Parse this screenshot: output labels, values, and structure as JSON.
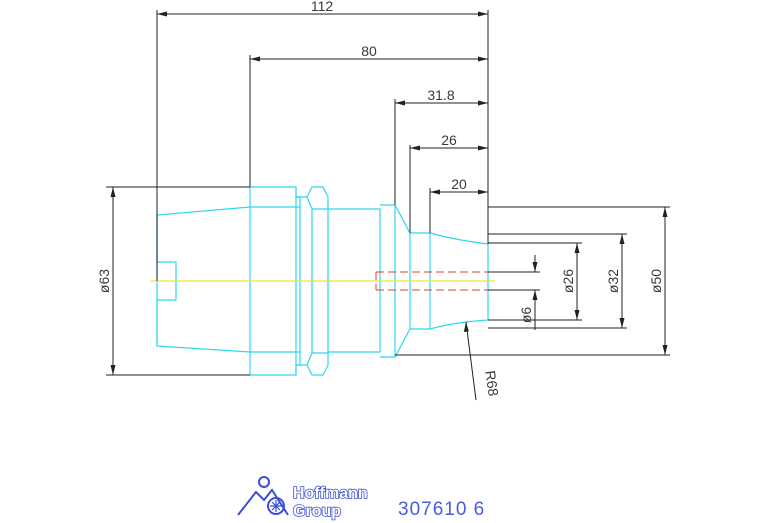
{
  "dimensions": {
    "length_112": "112",
    "length_80": "80",
    "length_31_8": "31.8",
    "length_26": "26",
    "length_20": "20",
    "dia_63": "ø63",
    "dia_50": "ø50",
    "dia_32": "ø32",
    "dia_26": "ø26",
    "dia_6": "ø6",
    "radius": "R68"
  },
  "logo": {
    "line1": "Hoffmann",
    "line2": "Group"
  },
  "part_number": "307610  6",
  "colors": {
    "part_outline": "#2fd7f0",
    "dimension": "#222222",
    "axis": "#e8e83a",
    "hole": "#e53935",
    "logo": "#3a4fd6"
  }
}
